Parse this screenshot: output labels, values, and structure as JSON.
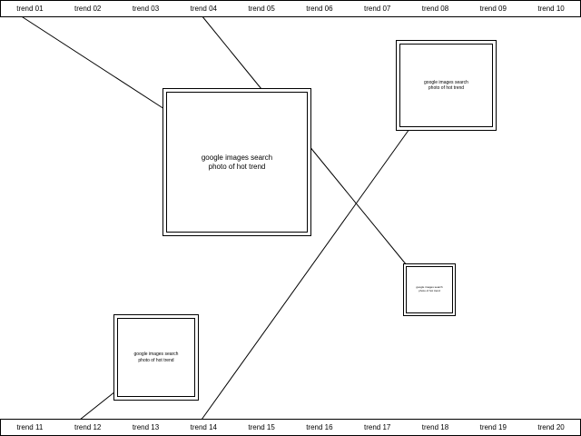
{
  "top_nav": [
    "trend 01",
    "trend 02",
    "trend 03",
    "trend 04",
    "trend 05",
    "trend 06",
    "trend 07",
    "trend 08",
    "trend 09",
    "trend 10"
  ],
  "bottom_nav": [
    "trend 11",
    "trend 12",
    "trend 13",
    "trend 14",
    "trend 15",
    "trend 16",
    "trend 17",
    "trend 18",
    "trend 19",
    "trend 20"
  ],
  "boxes": [
    {
      "line1": "google images search",
      "line2": "photo of hot trend"
    },
    {
      "line1": "google images search",
      "line2": "photo of hot trend"
    },
    {
      "line1": "google images search",
      "line2": "photo of hot trend"
    },
    {
      "line1": "google images search",
      "line2": "photo of hot trend"
    }
  ]
}
